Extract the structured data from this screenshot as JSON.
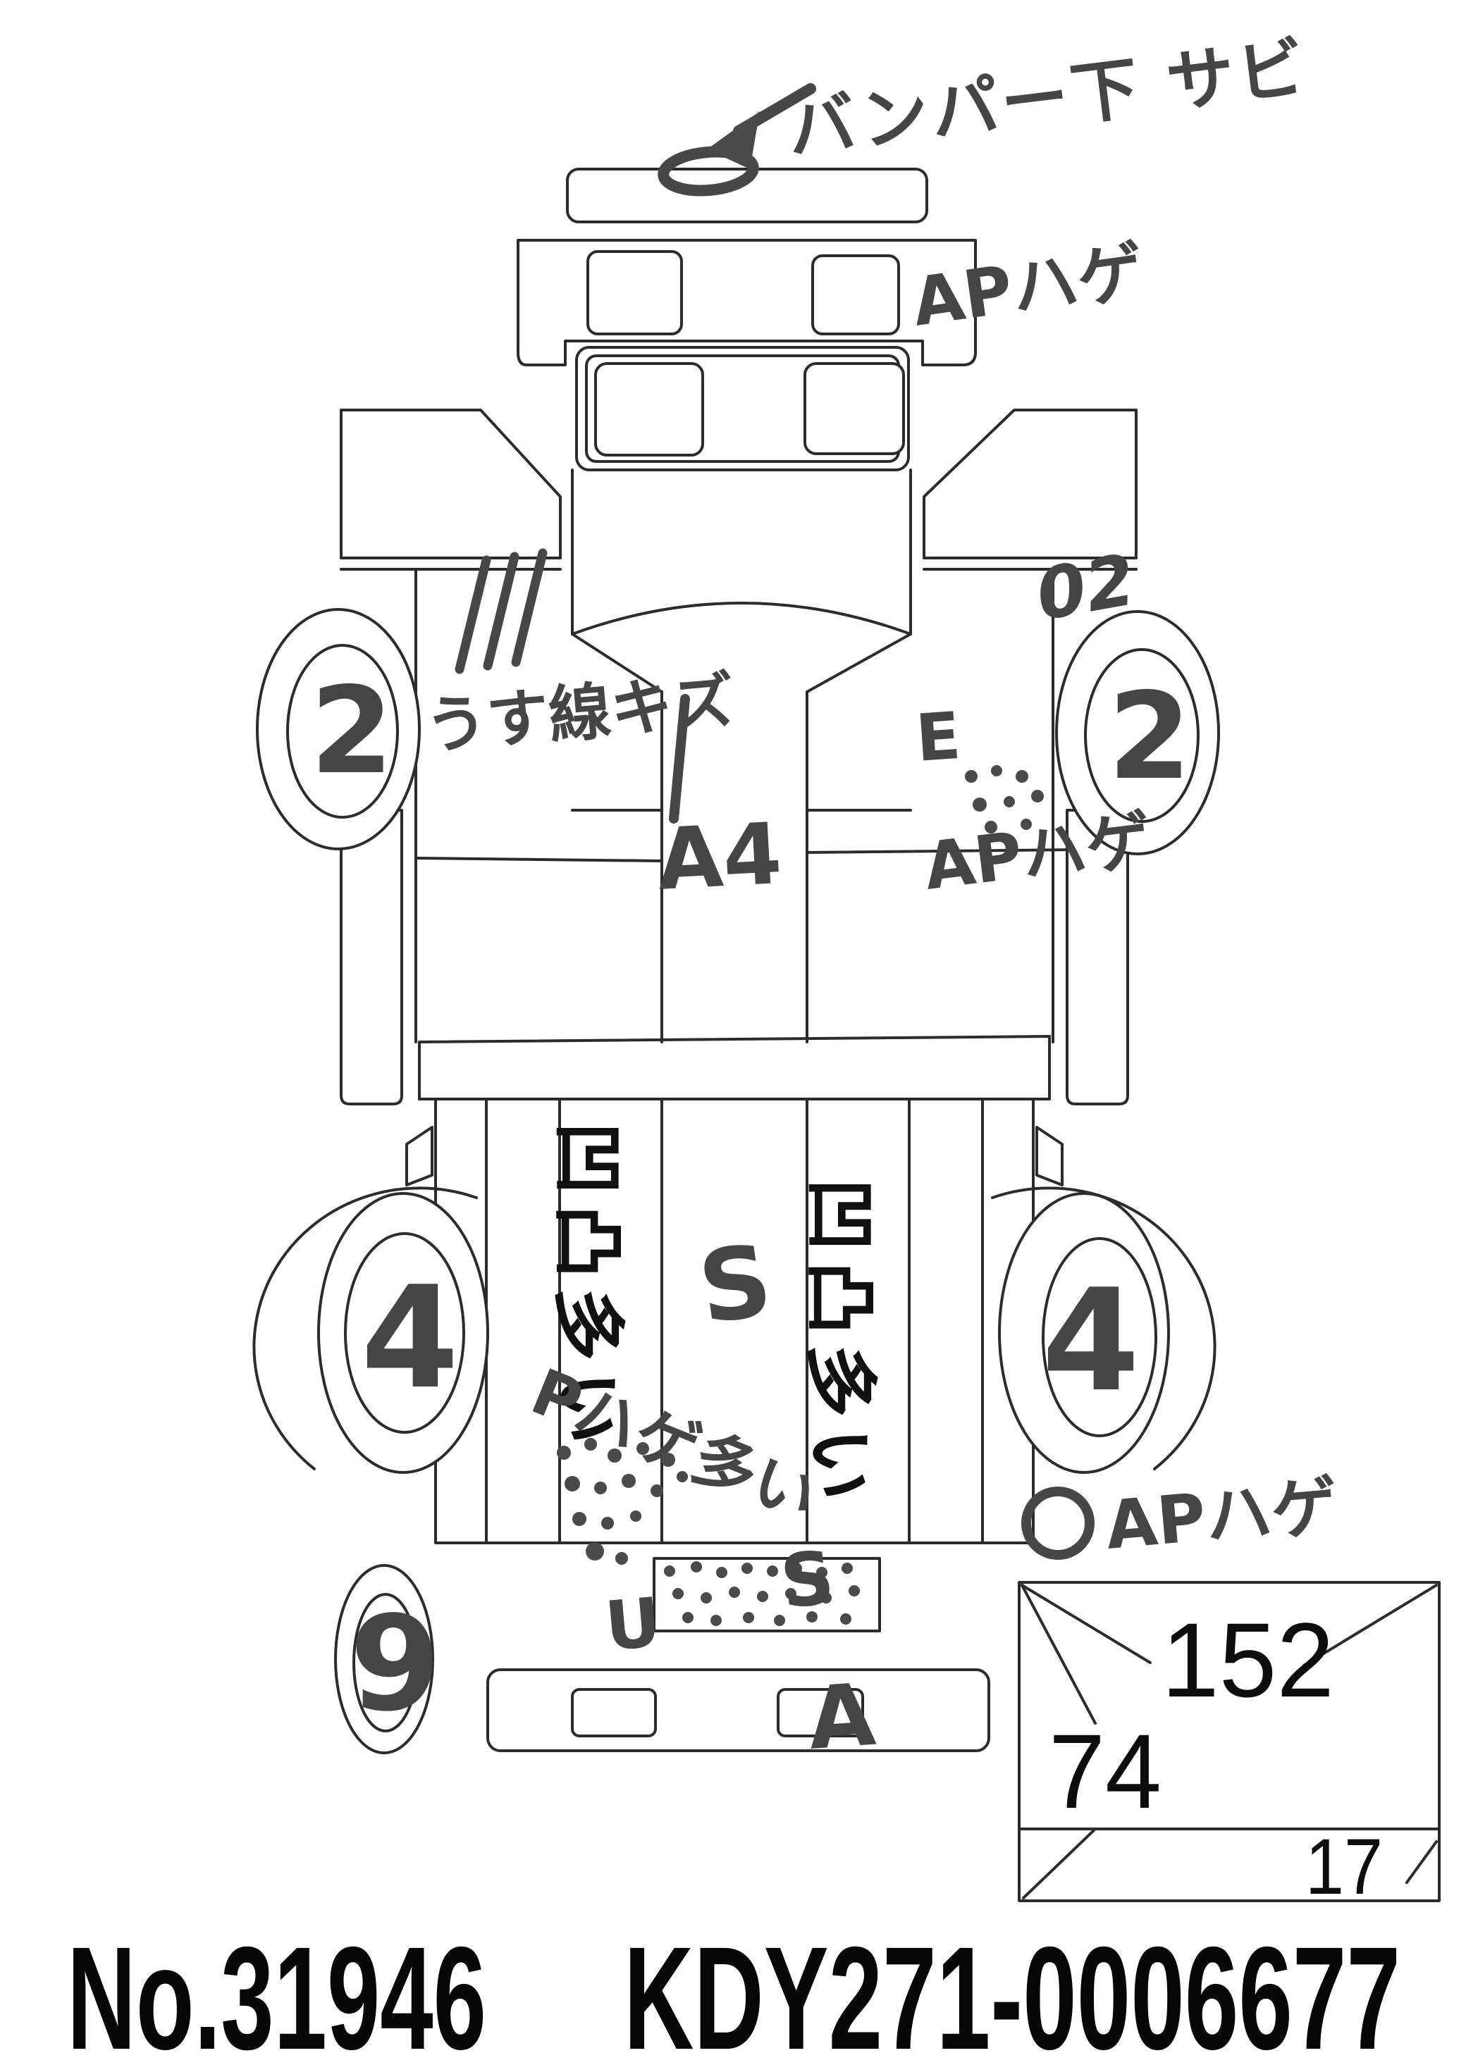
{
  "sheet": {
    "auction_no": "No.31946",
    "chassis_code": "KDY271-0006677"
  },
  "colors": {
    "paper": "#ffffff",
    "ink_outline": "#2e2c2a",
    "marker": "#474747",
    "print": "#111111"
  },
  "wheels": {
    "front_left": "2",
    "front_right": "2",
    "rear_left": "4",
    "rear_right": "4",
    "spare": "9"
  },
  "dimension_box": {
    "top_value": "152",
    "left_value": "74",
    "corner_value": "17"
  },
  "annotations": {
    "bumper_bottom_rust": "バンパー下 サビ",
    "front_panel_paint": "APハゲ",
    "left_door_scratch": "うす線キズ",
    "left_door_tally_count": 3,
    "windshield_mark": "A4",
    "cab_right_code": "02",
    "right_door_mark": "E",
    "right_door_paint": "APハゲ",
    "bed_left_panel": "凹凸多い",
    "bed_right_panel": "凹凸多い",
    "bed_floor_grade": "S",
    "bed_left_paint": "Pハゲ多い",
    "rear_right_paint": "APハゲ",
    "tailgate_mark_left": "U",
    "tailgate_grade": "S",
    "rear_bumper_mark": "A"
  }
}
